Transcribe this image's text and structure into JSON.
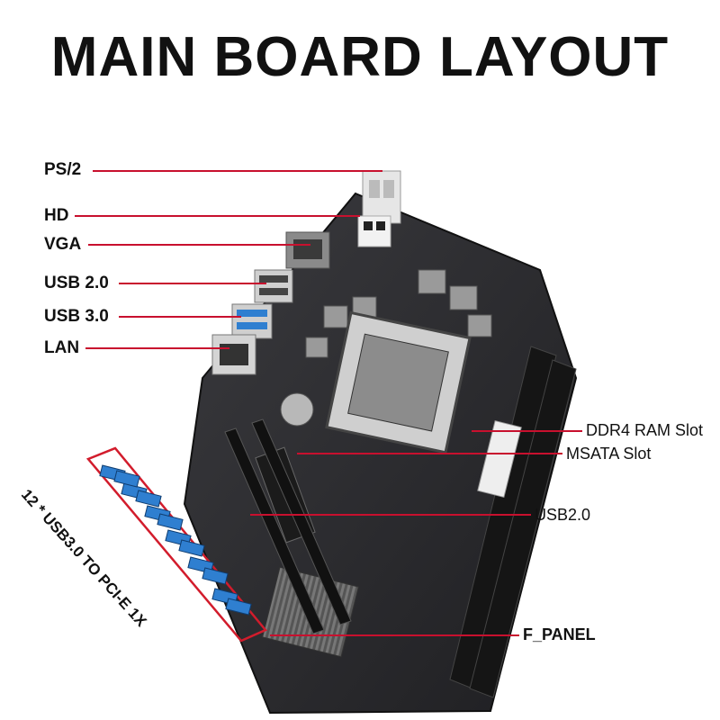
{
  "title": "MAIN BOARD LAYOUT",
  "left_labels": {
    "ps2": "PS/2",
    "hd": "HD",
    "vga": "VGA",
    "usb20": "USB 2.0",
    "usb30": "USB 3.0",
    "lan": "LAN"
  },
  "right_labels": {
    "ddr4": "DDR4 RAM Slot",
    "msata": "MSATA Slot",
    "usb2": "USB2.0",
    "fpanel": "F_PANEL"
  },
  "usb_pcie_label": "12 * USB3.0 TO PCI-E 1X",
  "colors": {
    "leader_line": "#c8102e",
    "pcb": "#2b2b2e",
    "usb_port": "#2f7fd0",
    "highlight_box": "#d21c2c"
  }
}
